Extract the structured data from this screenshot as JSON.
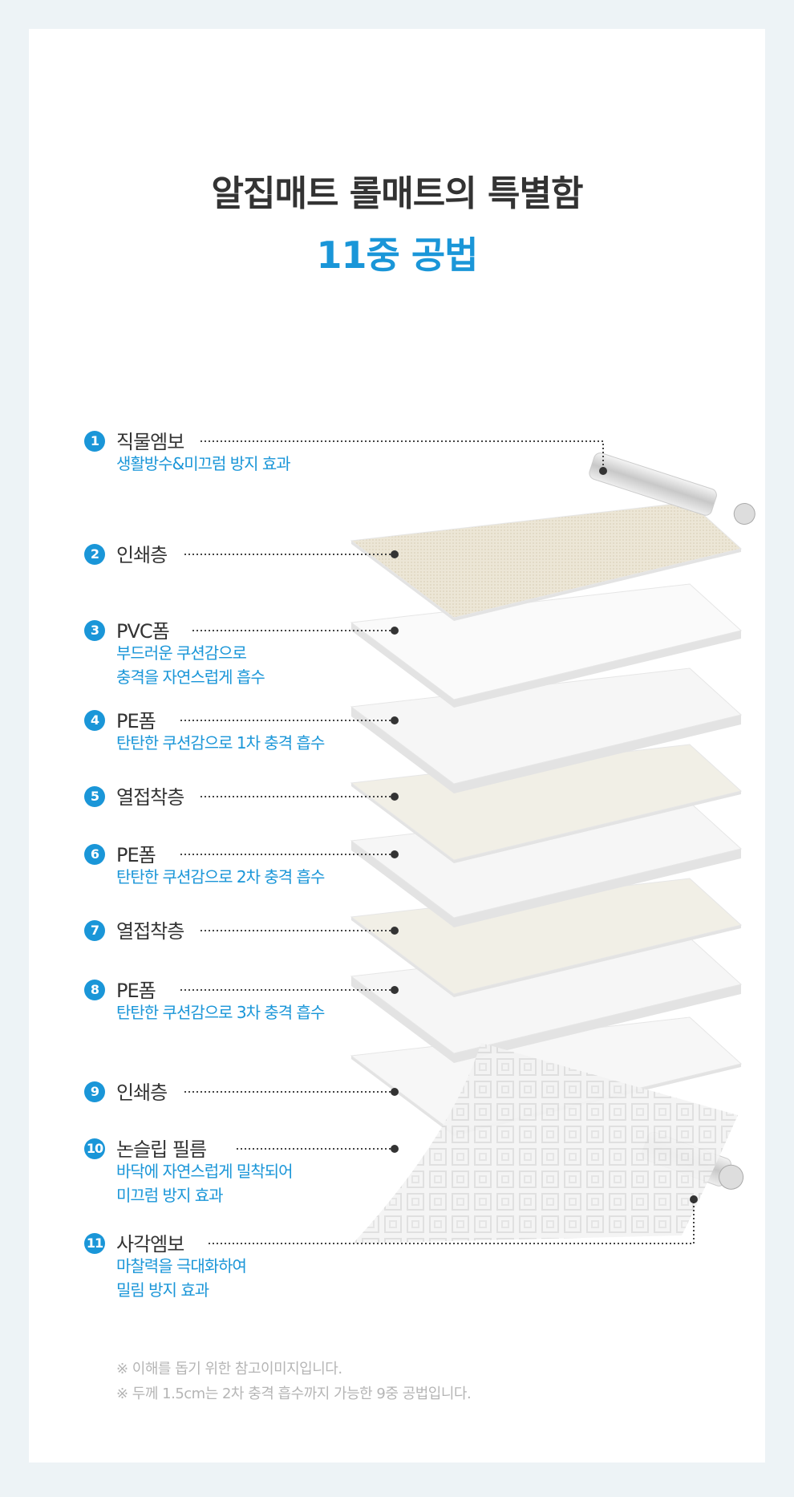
{
  "header": {
    "title": "알집매트 롤매트의 특별함",
    "subtitle": "11중 공법"
  },
  "accent_color": "#1a96d8",
  "layers": [
    {
      "num": "1",
      "name": "직물엠보",
      "desc": [
        "생활방수&미끄럼 방지 효과"
      ]
    },
    {
      "num": "2",
      "name": "인쇄층",
      "desc": []
    },
    {
      "num": "3",
      "name": "PVC폼",
      "desc": [
        "부드러운 쿠션감으로",
        "충격을 자연스럽게 흡수"
      ]
    },
    {
      "num": "4",
      "name": "PE폼",
      "desc": [
        "탄탄한 쿠션감으로 1차 충격 흡수"
      ]
    },
    {
      "num": "5",
      "name": "열접착층",
      "desc": []
    },
    {
      "num": "6",
      "name": "PE폼",
      "desc": [
        "탄탄한 쿠션감으로 2차 충격 흡수"
      ]
    },
    {
      "num": "7",
      "name": "열접착층",
      "desc": []
    },
    {
      "num": "8",
      "name": "PE폼",
      "desc": [
        "탄탄한 쿠션감으로 3차 충격 흡수"
      ]
    },
    {
      "num": "9",
      "name": "인쇄층",
      "desc": []
    },
    {
      "num": "10",
      "name": "논슬립 필름",
      "desc": [
        "바닥에 자연스럽게 밀착되어",
        "미끄럼 방지 효과"
      ]
    },
    {
      "num": "11",
      "name": "사각엠보",
      "desc": [
        "마찰력을 극대화하여",
        "밀림 방지 효과"
      ]
    }
  ],
  "notes": [
    "※ 이해를 돕기 위한 참고이미지입니다.",
    "※ 두께 1.5cm는 2차 충격 흡수까지 가능한 9중 공법입니다."
  ]
}
